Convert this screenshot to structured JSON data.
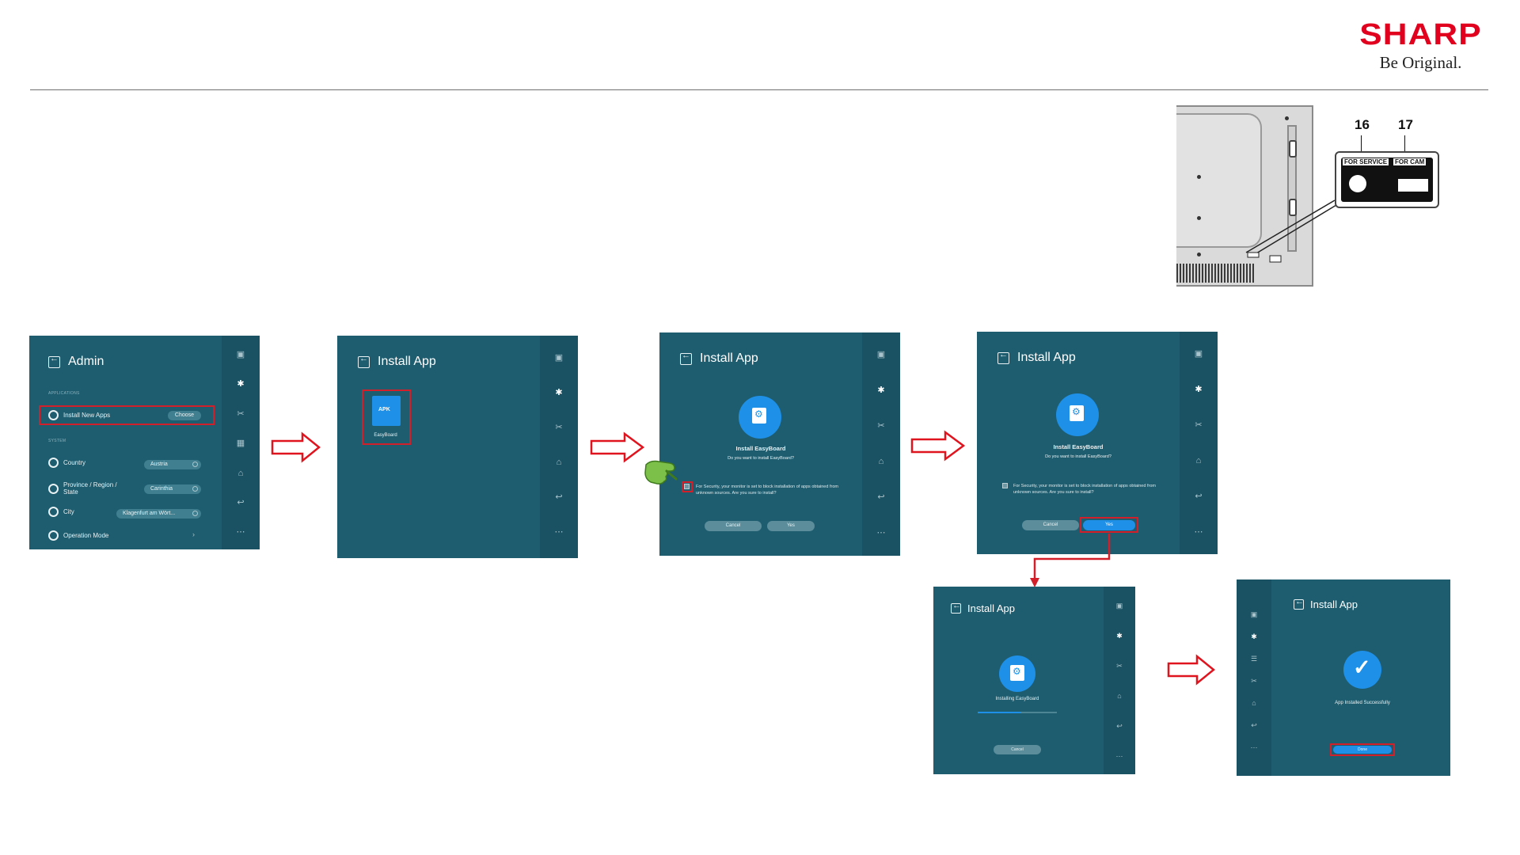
{
  "brand": {
    "name": "SHARP",
    "tagline": "Be Original."
  },
  "hardware": {
    "label_16": "16",
    "label_17": "17",
    "service_port": "FOR SERVICE",
    "cam_port": "FOR CAM"
  },
  "colors": {
    "screen_bg": "#1e5d6f",
    "rail_bg": "#1a5263",
    "accent_blue": "#1e90e8",
    "highlight_red": "#d21f2a",
    "arrow_red": "#e0141e",
    "brand_red": "#e1001e"
  },
  "rail_icons": [
    "monitor-icon",
    "gear-icon",
    "tools-icon",
    "grid-icon",
    "home-icon",
    "return-icon",
    "more-icon"
  ],
  "step1": {
    "title": "Admin",
    "section_applications": "APPLICATIONS",
    "install_label": "Install New Apps",
    "install_button": "Choose",
    "section_system": "SYSTEM",
    "rows": [
      {
        "label": "Country",
        "value": "Austria"
      },
      {
        "label": "Province / Region / State",
        "value": "Carinthia"
      },
      {
        "label": "City",
        "value": "Klagenfurt am Wört..."
      },
      {
        "label": "Operation Mode",
        "value": ""
      }
    ]
  },
  "step2": {
    "title": "Install App",
    "apk_badge": "APK",
    "apk_name": "EasyBoard"
  },
  "step3": {
    "title": "Install App",
    "heading": "Install EasyBoard",
    "question": "Do you want to install EasyBoard?",
    "security_note": "For Security, your monitor is set to block installation of apps obtained from unknown sources. Are you sure to install?",
    "cancel": "Cancel",
    "yes": "Yes"
  },
  "step4": {
    "title": "Install App",
    "heading": "Install EasyBoard",
    "question": "Do you want to install EasyBoard?",
    "security_note": "For Security, your monitor is set to block installation of apps obtained from unknown sources. Are you sure to install?",
    "cancel": "Cancel",
    "yes": "Yes"
  },
  "step5": {
    "title": "Install App",
    "status": "Installing EasyBoard",
    "progress": 0.55,
    "cancel": "Cancel"
  },
  "step6": {
    "title": "Install App",
    "status": "App Installed Successfully",
    "done": "Done"
  }
}
